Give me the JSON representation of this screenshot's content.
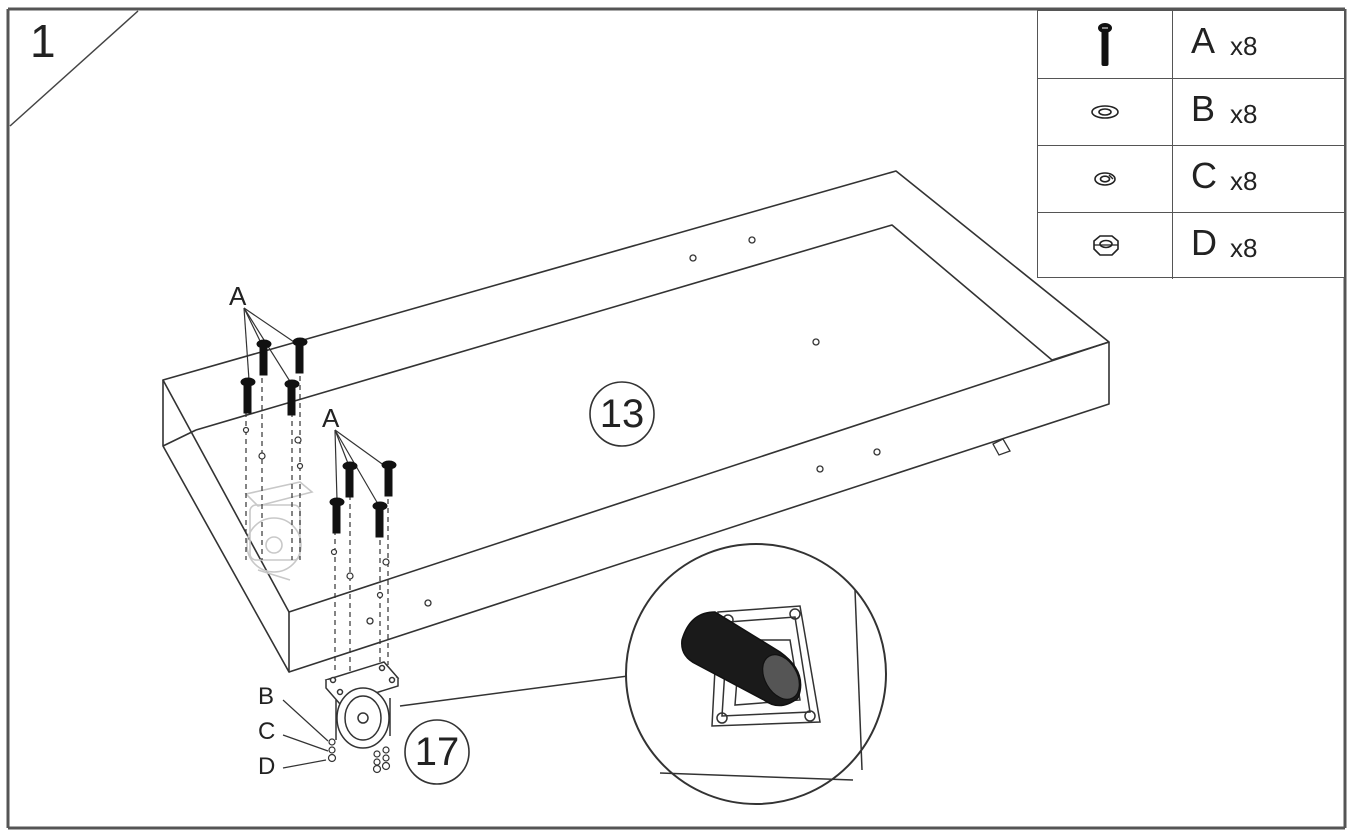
{
  "step": {
    "number": "1"
  },
  "parts_table": [
    {
      "icon": "screw-icon",
      "letter": "A",
      "qty": "x8"
    },
    {
      "icon": "flat-washer-icon",
      "letter": "B",
      "qty": "x8"
    },
    {
      "icon": "spring-washer-icon",
      "letter": "C",
      "qty": "x8"
    },
    {
      "icon": "hex-nut-icon",
      "letter": "D",
      "qty": "x8"
    }
  ],
  "diagram": {
    "panel_number": "13",
    "caster_number": "17",
    "callouts": {
      "screws_left": "A",
      "screws_right": "A",
      "washer_b": "B",
      "washer_c": "C",
      "nut_d": "D"
    }
  },
  "colors": {
    "line": "#333333",
    "wheel": "#1a1a1a",
    "table_border": "#555555"
  }
}
